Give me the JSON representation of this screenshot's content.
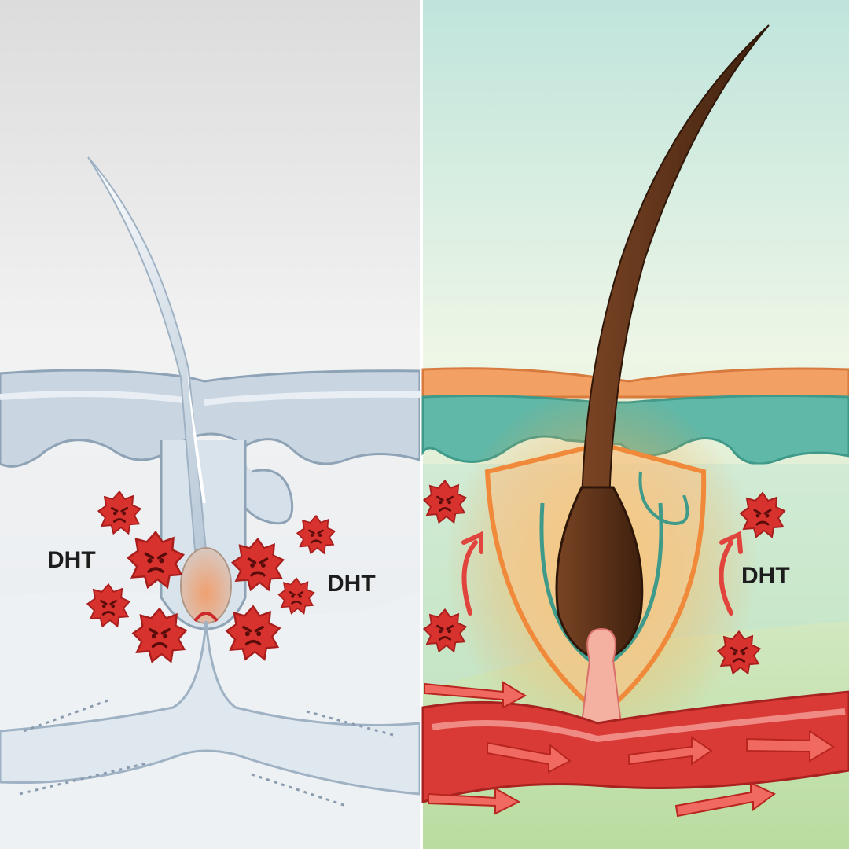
{
  "left_panel": {
    "state": "unprotected follicle",
    "labels": [
      "DHT",
      "DHT"
    ]
  },
  "right_panel": {
    "state": "protected follicle",
    "labels": [
      "DHT"
    ]
  },
  "colors": {
    "dht_particle": "#d8322e",
    "hair_healthy": "#5a3018",
    "shield": "#f39a4a",
    "blood_vessel": "#d93a35",
    "left_skin": "#c9d6e2",
    "right_skin": "#5fb8a8"
  }
}
